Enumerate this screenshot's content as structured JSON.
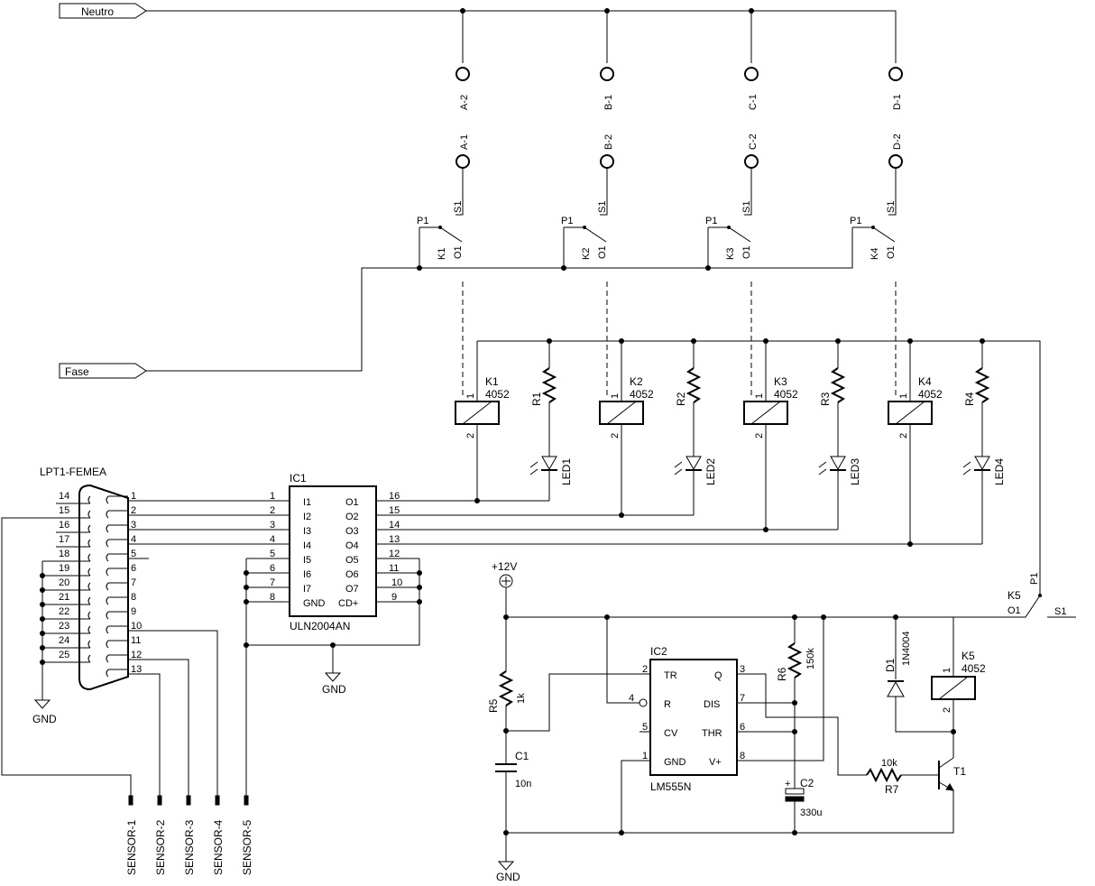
{
  "nets": {
    "neutro": "Neutro",
    "fase": "Fase",
    "vcc": "+12V",
    "gnd": "GND"
  },
  "connector": {
    "name": "LPT1-FEMEA",
    "pins_left": [
      "14",
      "15",
      "16",
      "17",
      "18",
      "19",
      "20",
      "21",
      "22",
      "23",
      "24",
      "25"
    ],
    "pins_right": [
      "1",
      "2",
      "3",
      "4",
      "5",
      "6",
      "7",
      "8",
      "9",
      "10",
      "11",
      "12",
      "13"
    ]
  },
  "ic1": {
    "ref": "IC1",
    "part": "ULN2004AN",
    "left_names": [
      "I1",
      "I2",
      "I3",
      "I4",
      "I5",
      "I6",
      "I7",
      "GND"
    ],
    "left_nums": [
      "1",
      "2",
      "3",
      "4",
      "5",
      "6",
      "7",
      "8"
    ],
    "right_names": [
      "O1",
      "O2",
      "O3",
      "O4",
      "O5",
      "O6",
      "O7",
      "CD+"
    ],
    "right_nums": [
      "16",
      "15",
      "14",
      "13",
      "12",
      "11",
      "10",
      "9"
    ]
  },
  "channels": [
    {
      "relay": "K1",
      "top": "A-2",
      "bottom": "A-1",
      "r": "R1",
      "led": "LED1"
    },
    {
      "relay": "K2",
      "top": "B-1",
      "bottom": "B-2",
      "r": "R2",
      "led": "LED2"
    },
    {
      "relay": "K3",
      "top": "C-1",
      "bottom": "C-2",
      "r": "R3",
      "led": "LED3"
    },
    {
      "relay": "K4",
      "top": "D-1",
      "bottom": "D-2",
      "r": "R4",
      "led": "LED4"
    }
  ],
  "relay_part": "4052",
  "contact_labels": {
    "s": "S1",
    "p": "P1",
    "o": "O1"
  },
  "coil_pins": {
    "one": "1",
    "two": "2"
  },
  "sensors": [
    "SENSOR-1",
    "SENSOR-2",
    "SENSOR-3",
    "SENSOR-4",
    "SENSOR-5"
  ],
  "timer": {
    "ref": "IC2",
    "part": "LM555N",
    "left": [
      {
        "num": "2",
        "name": "TR"
      },
      {
        "num": "4",
        "name": "R"
      },
      {
        "num": "5",
        "name": "CV"
      },
      {
        "num": "1",
        "name": "GND"
      }
    ],
    "right": [
      {
        "num": "3",
        "name": "Q"
      },
      {
        "num": "7",
        "name": "DIS"
      },
      {
        "num": "6",
        "name": "THR"
      },
      {
        "num": "8",
        "name": "V+"
      }
    ]
  },
  "parts": {
    "r5": {
      "ref": "R5",
      "value": "1k"
    },
    "c1": {
      "ref": "C1",
      "value": "10n"
    },
    "r6": {
      "ref": "R6",
      "value": "150k"
    },
    "c2": {
      "ref": "C2",
      "value": "330u",
      "polarity": "+"
    },
    "d1": {
      "ref": "D1",
      "value": "1N4004"
    },
    "k5": {
      "ref": "K5",
      "value": "4052"
    },
    "r7": {
      "ref": "R7",
      "value": "10k"
    },
    "t1": {
      "ref": "T1"
    }
  }
}
